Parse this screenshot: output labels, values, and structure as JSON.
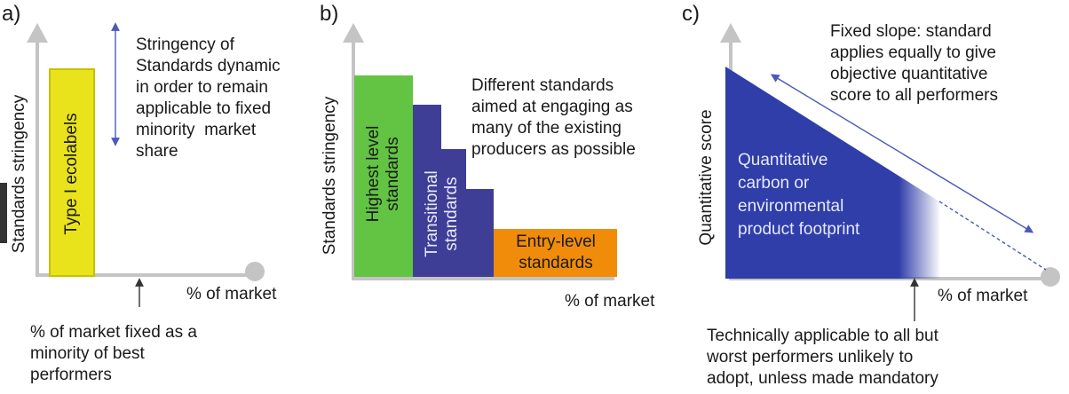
{
  "colors": {
    "axis": "#c4c4c4",
    "ecolabel_bar": "#e9e31c",
    "ecolabel_border": "#c8c000",
    "highest_level": "#62c442",
    "transitional": "#3e3e96",
    "entry_level": "#f08c0a",
    "footprint": "#2f3ea8",
    "arrow": "#4a5ab8"
  },
  "panel_a": {
    "letter": "a)",
    "y_axis_label": "Standards stringency",
    "x_axis_label": "% of market",
    "bar_label": "Type I ecolabels",
    "stringency_note": [
      "Stringency of",
      "Standards dynamic",
      "in order to remain",
      "applicable to fixed",
      "minority  market",
      "share"
    ],
    "market_note": [
      "% of market fixed as a",
      "minority of best",
      "performers"
    ]
  },
  "panel_b": {
    "letter": "b)",
    "y_axis_label": "Standards stringency",
    "x_axis_label": "% of market",
    "highest_label": [
      "Highest level",
      "standards"
    ],
    "transitional_label": [
      "Transitional",
      "standards"
    ],
    "entry_label": [
      "Entry-level",
      "standards"
    ],
    "note": [
      "Different standards",
      "aimed at engaging as",
      "many of the existing",
      "producers as possible"
    ]
  },
  "panel_c": {
    "letter": "c)",
    "y_axis_label": "Quantitative score",
    "x_axis_label": "% of market",
    "footprint_label": [
      "Quantitative",
      "carbon or",
      "environmental",
      "product footprint"
    ],
    "slope_note": [
      "Fixed slope: standard",
      "applies equally to give",
      "objective quantitative",
      "score to all performers"
    ],
    "applicability_note": [
      "Technically applicable to all but",
      "worst performers unlikely to",
      "adopt, unless made mandatory"
    ]
  }
}
